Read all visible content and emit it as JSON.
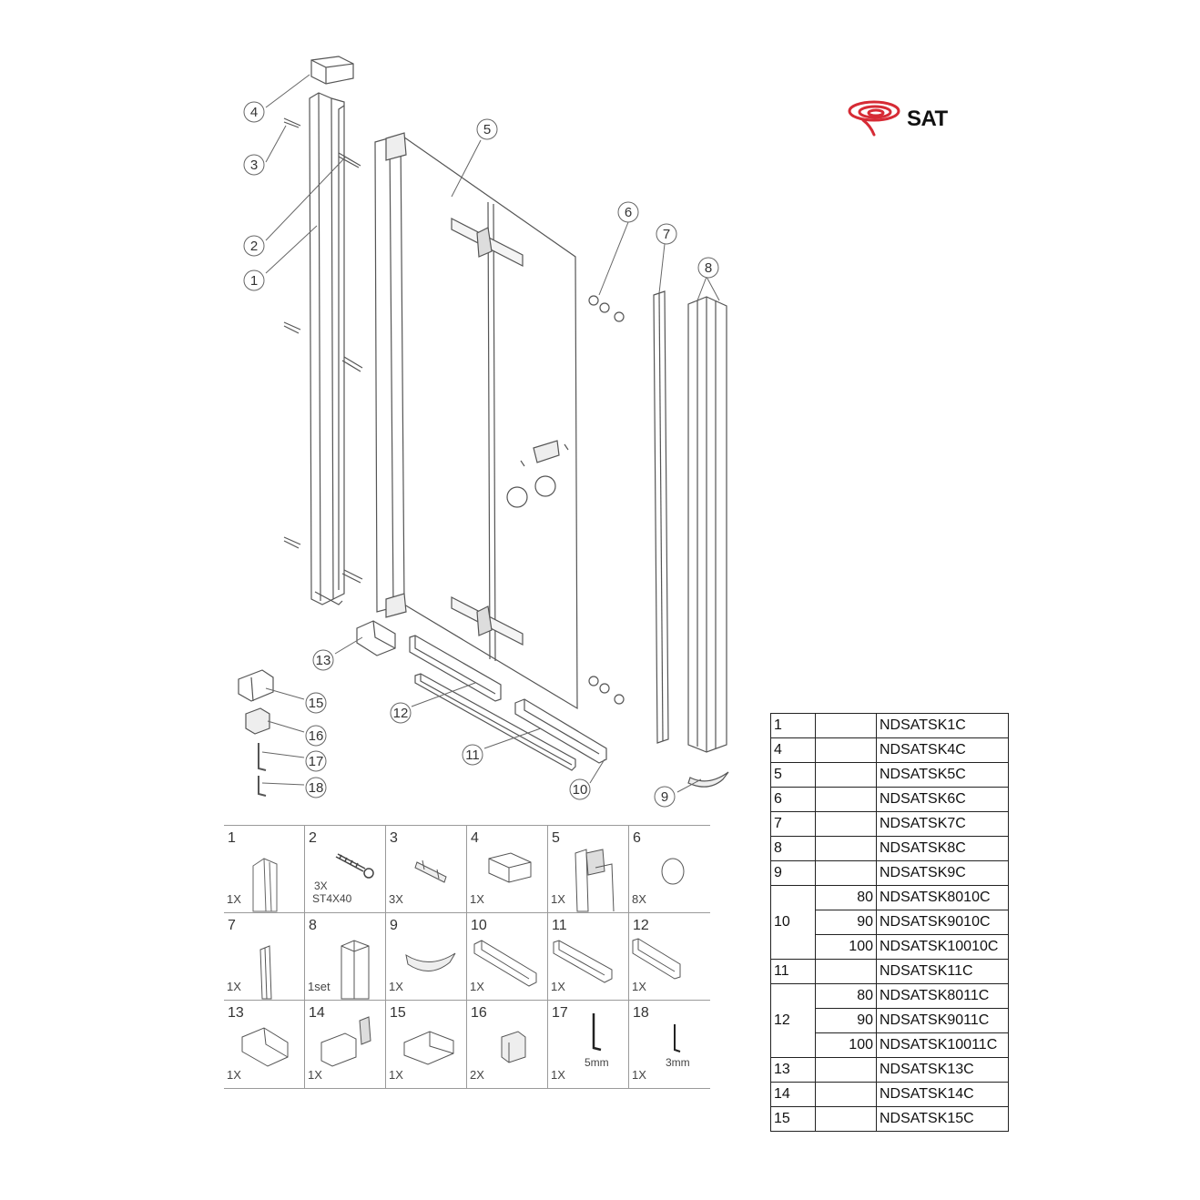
{
  "logo": {
    "text": "SAT",
    "color": "#d62b35"
  },
  "callouts": [
    "1",
    "2",
    "3",
    "4",
    "5",
    "6",
    "7",
    "8",
    "9",
    "10",
    "11",
    "12",
    "13",
    "15",
    "16",
    "17",
    "18"
  ],
  "grid": {
    "cells": [
      {
        "num": "1",
        "qty": "1X",
        "note": ""
      },
      {
        "num": "2",
        "qty": "",
        "note": "3X\nST4X40"
      },
      {
        "num": "3",
        "qty": "3X",
        "note": ""
      },
      {
        "num": "4",
        "qty": "1X",
        "note": ""
      },
      {
        "num": "5",
        "qty": "1X",
        "note": ""
      },
      {
        "num": "6",
        "qty": "8X",
        "note": ""
      },
      {
        "num": "7",
        "qty": "1X",
        "note": ""
      },
      {
        "num": "8",
        "qty": "1set",
        "note": ""
      },
      {
        "num": "9",
        "qty": "1X",
        "note": ""
      },
      {
        "num": "10",
        "qty": "1X",
        "note": ""
      },
      {
        "num": "11",
        "qty": "1X",
        "note": ""
      },
      {
        "num": "12",
        "qty": "1X",
        "note": ""
      },
      {
        "num": "13",
        "qty": "1X",
        "note": ""
      },
      {
        "num": "14",
        "qty": "1X",
        "note": ""
      },
      {
        "num": "15",
        "qty": "1X",
        "note": ""
      },
      {
        "num": "16",
        "qty": "2X",
        "note": ""
      },
      {
        "num": "17",
        "qty": "1X",
        "note": "5mm"
      },
      {
        "num": "18",
        "qty": "1X",
        "note": "3mm"
      }
    ]
  },
  "codes": {
    "rows": [
      {
        "part": "1",
        "size": "",
        "code": "NDSATSK1C"
      },
      {
        "part": "4",
        "size": "",
        "code": "NDSATSK4C"
      },
      {
        "part": "5",
        "size": "",
        "code": "NDSATSK5C"
      },
      {
        "part": "6",
        "size": "",
        "code": "NDSATSK6C"
      },
      {
        "part": "7",
        "size": "",
        "code": "NDSATSK7C"
      },
      {
        "part": "8",
        "size": "",
        "code": "NDSATSK8C"
      },
      {
        "part": "9",
        "size": "",
        "code": "NDSATSK9C"
      },
      {
        "part": "10",
        "size": "80",
        "code": "NDSATSK8010C"
      },
      {
        "part": "",
        "size": "90",
        "code": "NDSATSK9010C"
      },
      {
        "part": "",
        "size": "100",
        "code": "NDSATSK10010C"
      },
      {
        "part": "11",
        "size": "",
        "code": "NDSATSK11C"
      },
      {
        "part": "12",
        "size": "80",
        "code": "NDSATSK8011C"
      },
      {
        "part": "",
        "size": "90",
        "code": "NDSATSK9011C"
      },
      {
        "part": "",
        "size": "100",
        "code": "NDSATSK10011C"
      },
      {
        "part": "13",
        "size": "",
        "code": "NDSATSK13C"
      },
      {
        "part": "14",
        "size": "",
        "code": "NDSATSK14C"
      },
      {
        "part": "15",
        "size": "",
        "code": "NDSATSK15C"
      }
    ]
  }
}
